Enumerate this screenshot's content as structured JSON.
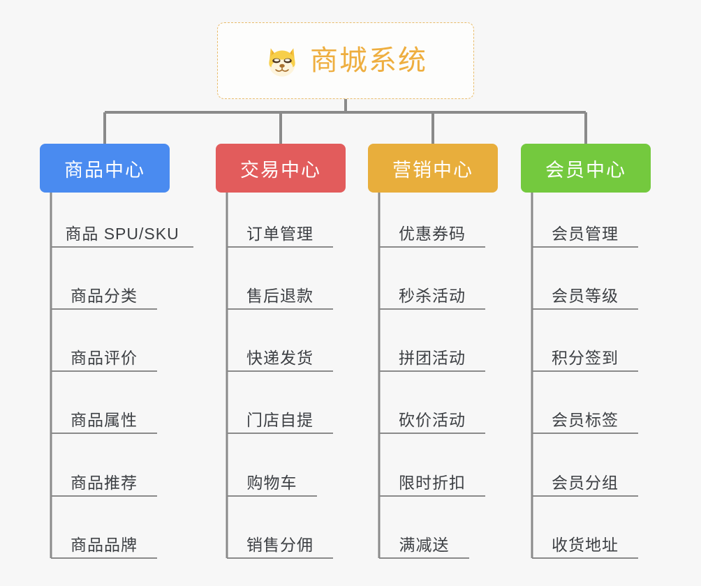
{
  "root": {
    "title": "商城系统",
    "icon": "shiba-dog-icon",
    "border_color": "#e8bb6a",
    "text_color": "#eeae3f"
  },
  "line_color": "#8a8a8a",
  "branches": [
    {
      "label": "商品中心",
      "color": "#4a8bf0",
      "items": [
        "商品 SPU/SKU",
        "商品分类",
        "商品评价",
        "商品属性",
        "商品推荐",
        "商品品牌"
      ]
    },
    {
      "label": "交易中心",
      "color": "#e25c5c",
      "items": [
        "订单管理",
        "售后退款",
        "快递发货",
        "门店自提",
        "购物车",
        "销售分佣"
      ]
    },
    {
      "label": "营销中心",
      "color": "#e8ae3c",
      "items": [
        "优惠券码",
        "秒杀活动",
        "拼团活动",
        "砍价活动",
        "限时折扣",
        "满减送"
      ]
    },
    {
      "label": "会员中心",
      "color": "#74c93e",
      "items": [
        "会员管理",
        "会员等级",
        "积分签到",
        "会员标签",
        "会员分组",
        "收货地址"
      ]
    }
  ]
}
